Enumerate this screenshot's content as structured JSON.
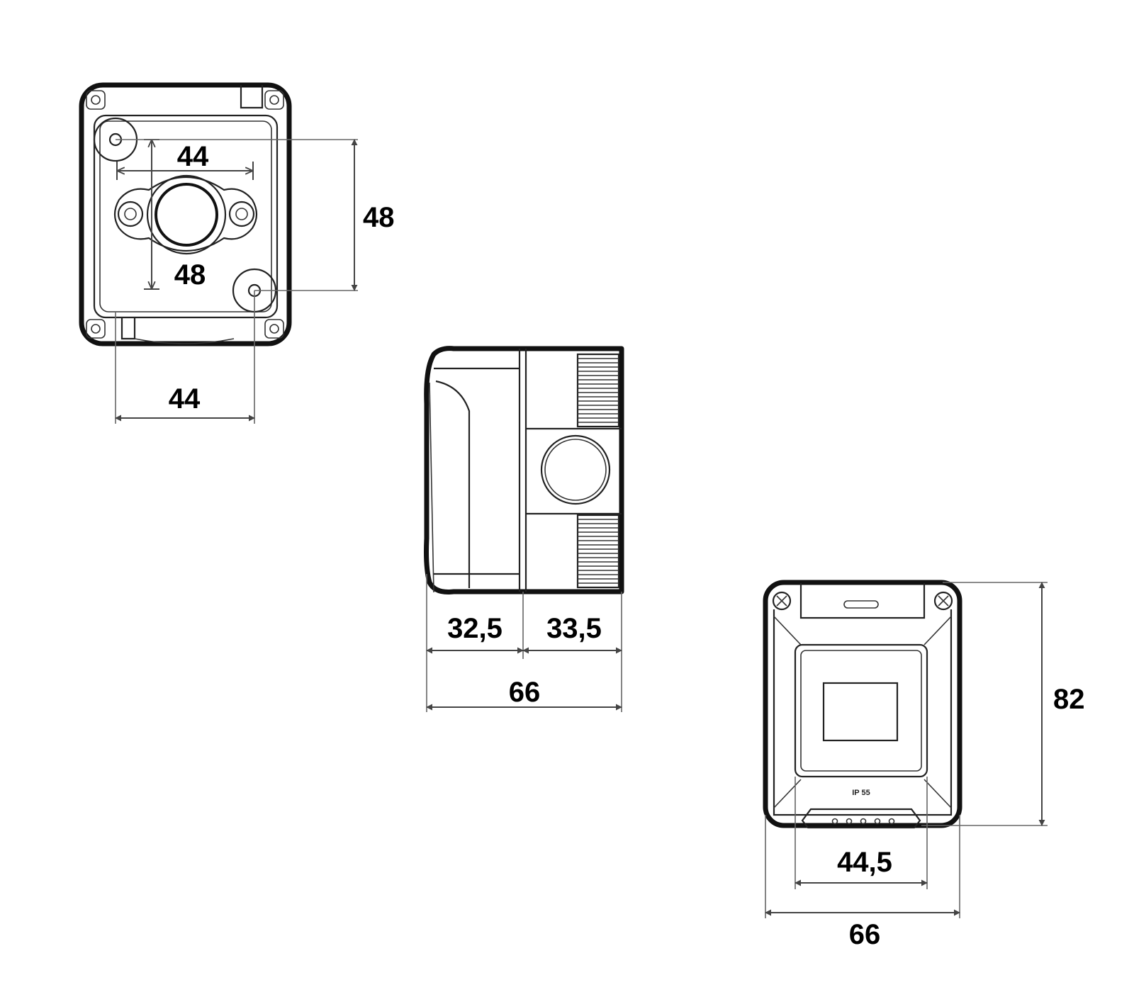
{
  "views": {
    "back": {
      "dim_inner_width": "44",
      "dim_inner_height": "48",
      "dim_outer_height": "48",
      "dim_bottom_width": "44"
    },
    "side": {
      "dim_front_depth": "32,5",
      "dim_rear_depth": "33,5",
      "dim_total_depth": "66"
    },
    "front": {
      "dim_height": "82",
      "dim_cover_width": "44,5",
      "dim_width": "66",
      "ip_marking": "IP 55"
    }
  }
}
